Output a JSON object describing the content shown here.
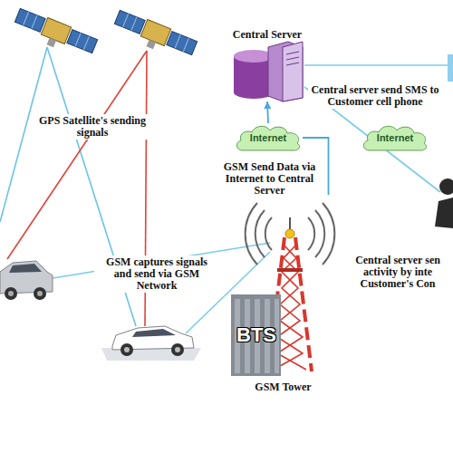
{
  "diagram": {
    "nodes": [
      {
        "text": [
          "Central Server"
        ]
      },
      {
        "text": [
          "Internet"
        ]
      },
      {
        "text": [
          "Internet"
        ]
      },
      {
        "text": [
          "GSM Tower"
        ]
      }
    ],
    "edges": [
      {
        "from": 3,
        "to": 1,
        "arrow": "none"
      },
      {
        "from": 1,
        "to": 0,
        "arrow": "to"
      }
    ],
    "labels": [
      "GPS Satellite's sending signals",
      "Central server send SMS to Customer cell phone",
      "GSM Send Data via Internet to Central Server",
      "GSM captures signals and send via GSM Network",
      "Central server sen activity by inte Customer's Con",
      "BTS"
    ]
  }
}
